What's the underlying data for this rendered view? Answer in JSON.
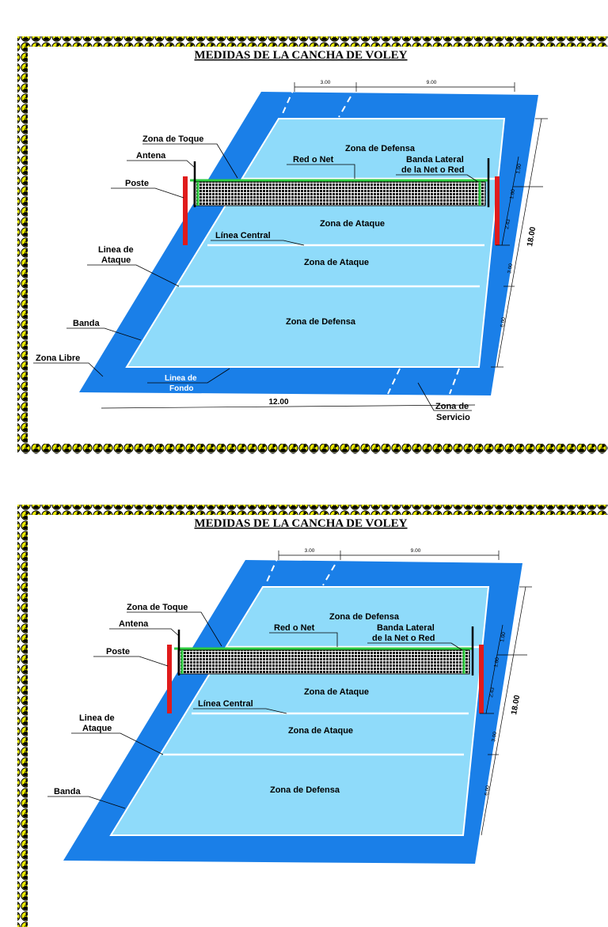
{
  "title": "MEDIDAS DE LA CANCHA DE VOLEY",
  "labels": {
    "zona_de_toque": "Zona de Toque",
    "antena": "Antena",
    "poste": "Poste",
    "linea_de_ataque_1": "Linea de",
    "linea_de_ataque_2": "Ataque",
    "banda": "Banda",
    "zona_libre": "Zona Libre",
    "linea_de_fondo_1": "Linea de",
    "linea_de_fondo_2": "Fondo",
    "red_o_net": "Red o Net",
    "banda_lateral_1": "Banda Lateral",
    "banda_lateral_2": "de la Net o Red",
    "linea_central": "Línea Central",
    "zona_de_servicio_1": "Zona de",
    "zona_de_servicio_2": "Servicio"
  },
  "zones": {
    "defensa_far": "Zona de Defensa",
    "ataque_far": "Zona de Ataque",
    "ataque_near": "Zona de Ataque",
    "defensa_near": "Zona de Defensa"
  },
  "dimensions": {
    "top_left": "3.00",
    "top_right": "9.00",
    "width": "12.00",
    "length": "18.00",
    "right_1": "3.00",
    "right_2": "6.00",
    "net_1": "1.00",
    "net_2": "2.43",
    "net_3": "1.00"
  },
  "colors": {
    "free_zone": "#1a7fe8",
    "court": "#8fdbfa",
    "pole": "#e01b1b",
    "net_band": "#2ecc40",
    "border_radioactive": "#e8e800"
  }
}
